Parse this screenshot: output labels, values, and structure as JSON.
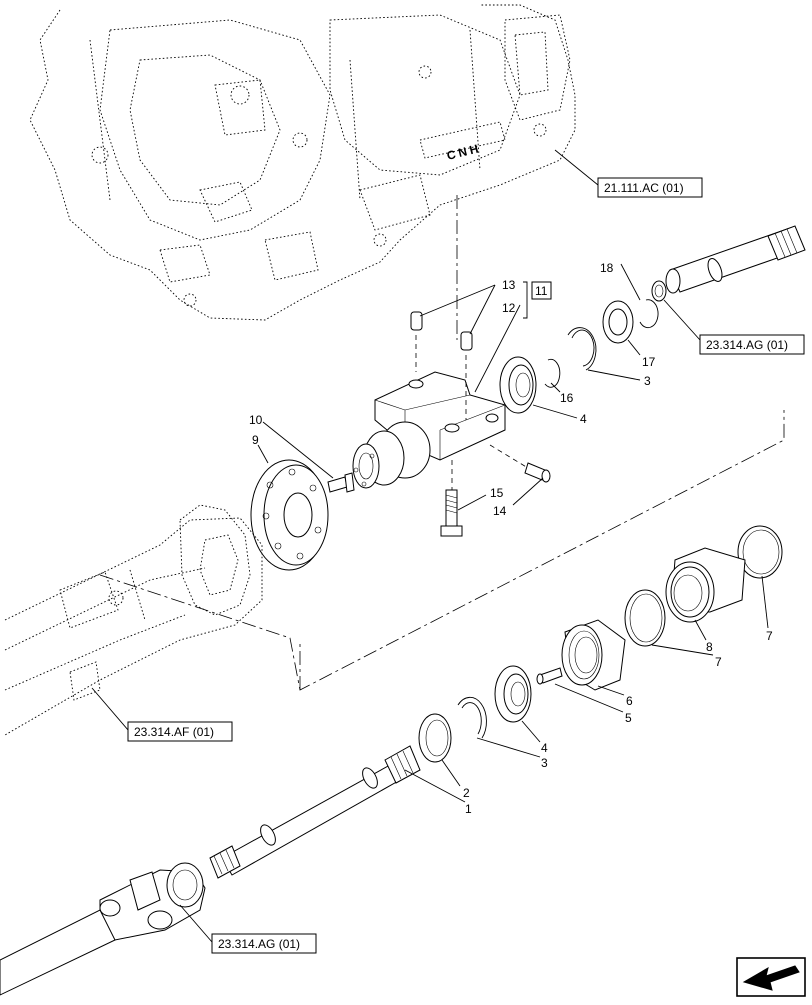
{
  "callouts": [
    "1",
    "2",
    "3",
    "3",
    "4",
    "4",
    "5",
    "6",
    "7",
    "7",
    "8",
    "9",
    "10",
    "11",
    "12",
    "13",
    "14",
    "15",
    "16",
    "17",
    "18"
  ],
  "references": [
    "21.111.AC (01)",
    "23.314.AG (01)",
    "23.314.AF (01)",
    "23.314.AG (01)"
  ],
  "casting_marking": "CNH",
  "nav_icon": "back-arrow-icon"
}
